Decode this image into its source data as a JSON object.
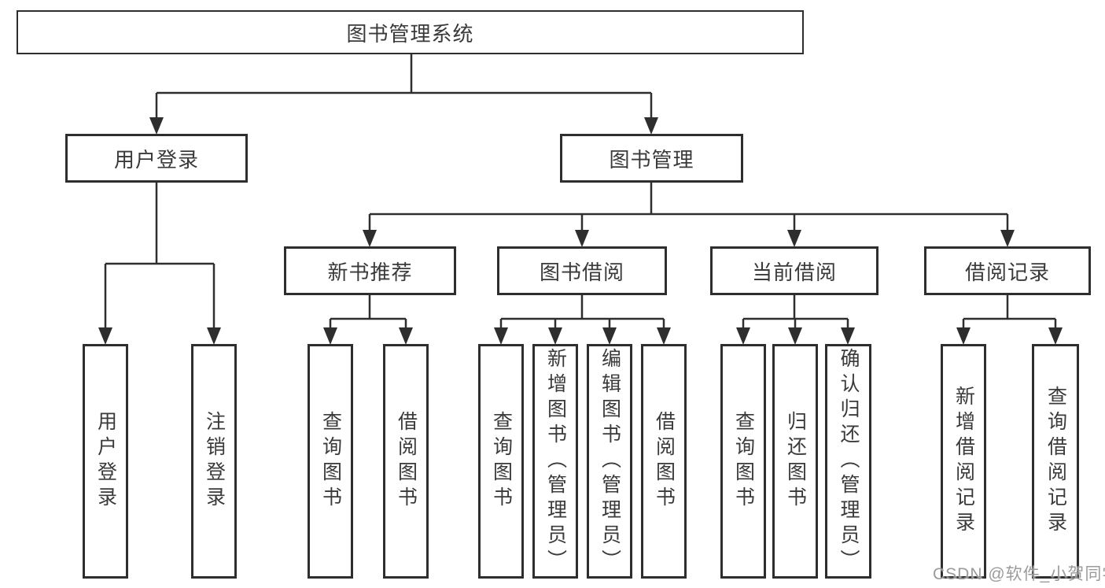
{
  "colors": {
    "line": "#2e2e2e",
    "box_border": "#2e2e2e",
    "text": "#3a3a3a",
    "background": "#ffffff",
    "watermark": "#969696"
  },
  "tree": {
    "root": "图书管理系统",
    "branches": [
      {
        "label": "用户登录",
        "children": [
          "用户登录",
          "注销登录"
        ]
      },
      {
        "label": "图书管理",
        "groups": [
          {
            "label": "新书推荐",
            "children": [
              "查询图书",
              "借阅图书"
            ]
          },
          {
            "label": "图书借阅",
            "children": [
              "查询图书",
              "新增图书（管理员）",
              "编辑图书（管理员）",
              "借阅图书"
            ]
          },
          {
            "label": "当前借阅",
            "children": [
              "查询图书",
              "归还图书",
              "确认归还（管理员）"
            ]
          },
          {
            "label": "借阅记录",
            "children": [
              "新增借阅记录",
              "查询借阅记录"
            ]
          }
        ]
      }
    ]
  },
  "watermark": "CSDN @软件_小贺同学"
}
